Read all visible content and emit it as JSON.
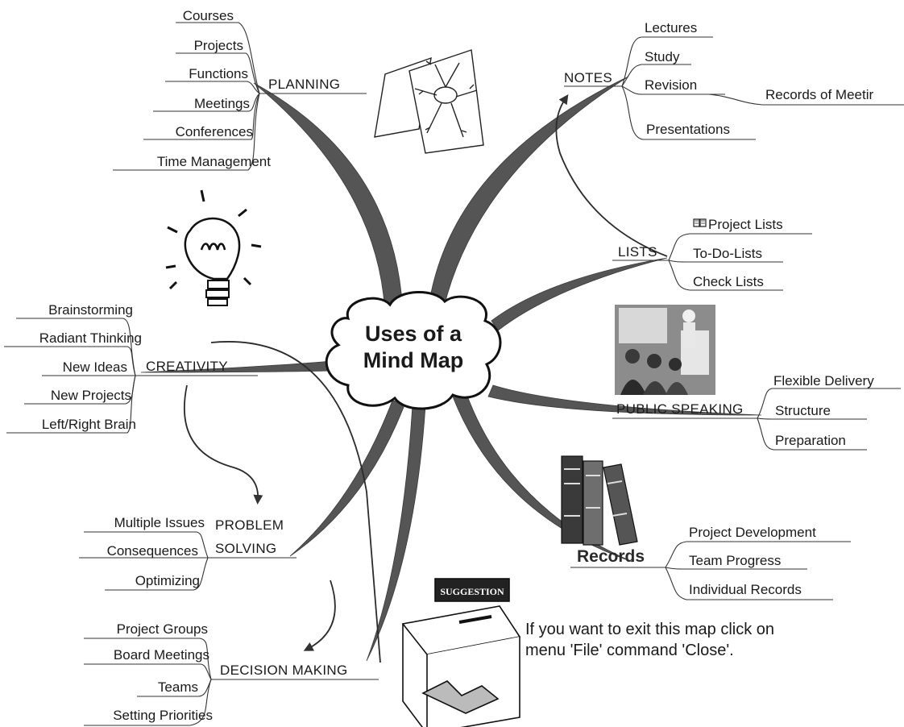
{
  "diagram": {
    "center_line1": "Uses of a",
    "center_line2": "Mind Map",
    "planning": {
      "label": "PLANNING",
      "leaves": [
        "Courses",
        "Projects",
        "Functions",
        "Meetings",
        "Conferences",
        "Time Management"
      ]
    },
    "notes": {
      "label": "NOTES",
      "leaves": [
        "Lectures",
        "Study",
        "Revision",
        "Records of Meetir",
        "Presentations"
      ]
    },
    "lists": {
      "label": "LISTS",
      "leaves": [
        "Project Lists",
        "To-Do-Lists",
        "Check Lists"
      ]
    },
    "creativity": {
      "label": "CREATIVITY",
      "leaves": [
        "Brainstorming",
        "Radiant Thinking",
        "New Ideas",
        "New Projects",
        "Left/Right Brain"
      ]
    },
    "public_speaking": {
      "label": "PUBLIC SPEAKING",
      "leaves": [
        "Flexible Delivery",
        "Structure",
        "Preparation"
      ]
    },
    "problem_solving": {
      "label_line1": "PROBLEM",
      "label_line2": "SOLVING",
      "leaves": [
        "Multiple Issues",
        "Consequences",
        "Optimizing"
      ]
    },
    "records": {
      "label": "Records",
      "leaves": [
        "Project Development",
        "Team Progress",
        "Individual Records"
      ]
    },
    "decision_making": {
      "label": "DECISION MAKING",
      "leaves": [
        "Project Groups",
        "Board Meetings",
        "Teams",
        "Setting Priorities"
      ]
    },
    "suggestion_label": "SUGGESTION",
    "exit_note": "If you want to exit this map click on menu 'File' command 'Close'."
  },
  "icons": [
    "map-sketch-icon",
    "lightbulb-icon",
    "presentation-photo-icon",
    "books-icon",
    "suggestion-box-icon",
    "book-icon"
  ]
}
